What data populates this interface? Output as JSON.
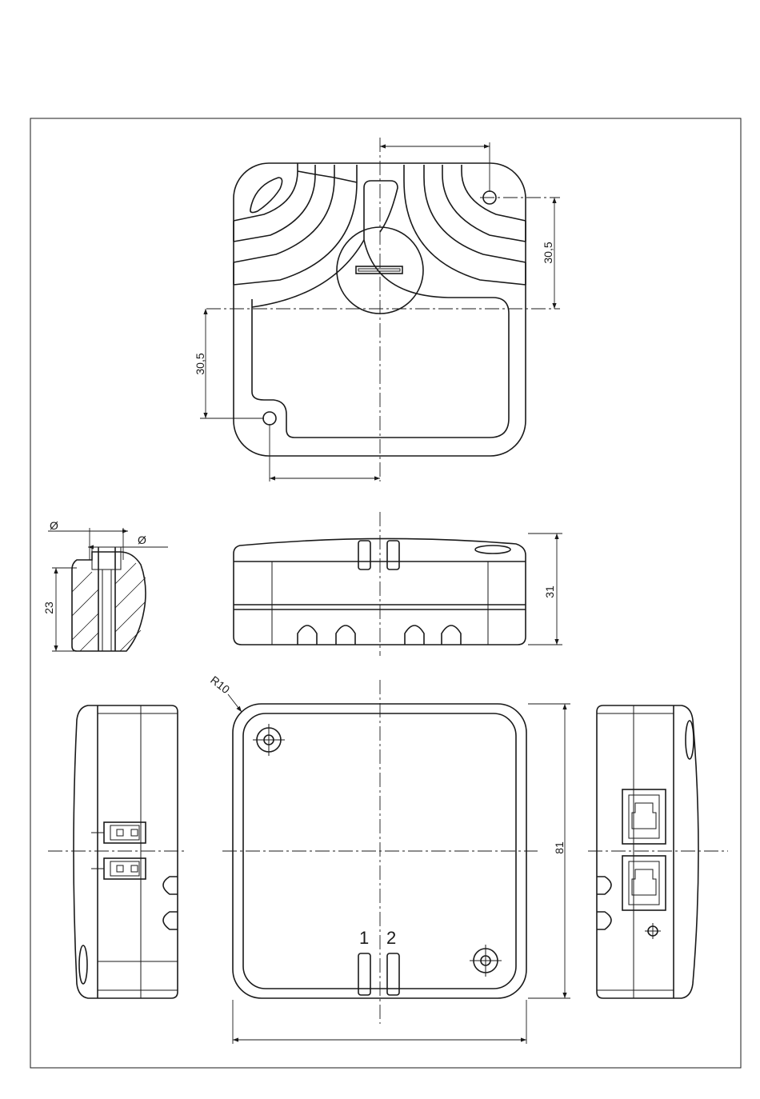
{
  "dimensions": {
    "hole_offset_top_right": "30,5",
    "hole_offset_bottom_left": "30,5",
    "height_front": "31",
    "height_section": "23",
    "bottom_radius": "R10",
    "depth_bottom": "81",
    "diameter_left": "Ø",
    "diameter_right": "Ø"
  },
  "ports": {
    "port1": "1",
    "port2": "2"
  }
}
